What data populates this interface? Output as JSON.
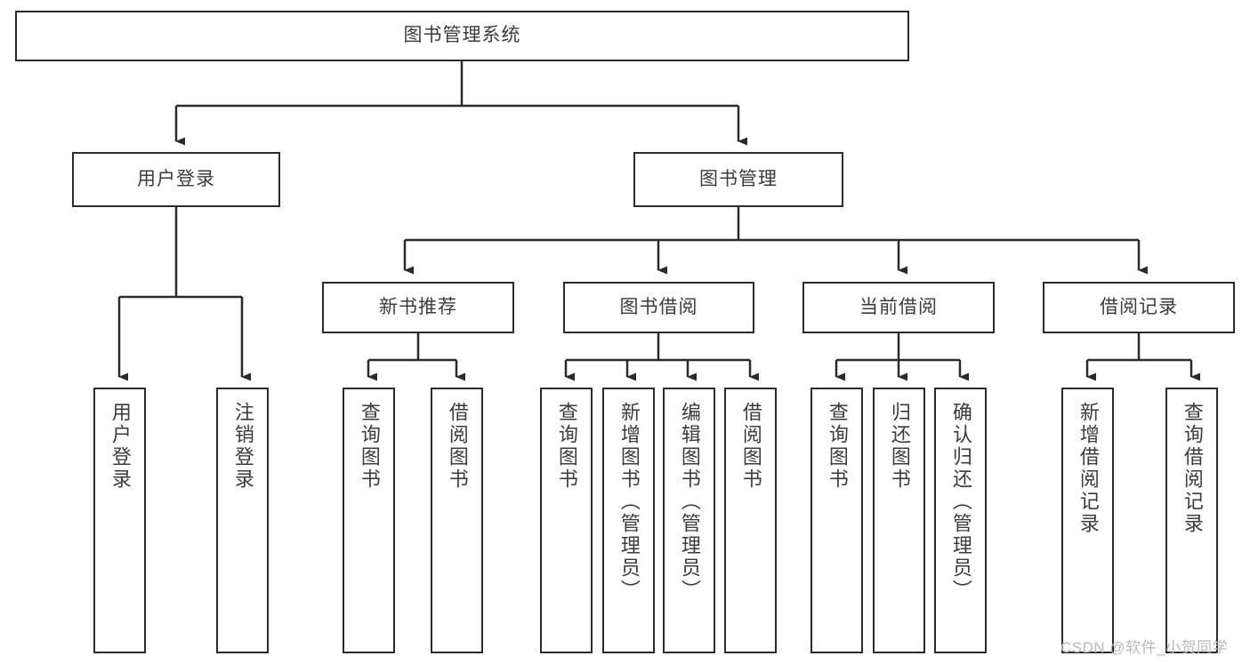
{
  "diagram": {
    "type": "tree",
    "title": "图书管理系统",
    "root": {
      "label": "图书管理系统"
    },
    "level2": [
      {
        "label": "用户登录"
      },
      {
        "label": "图书管理"
      }
    ],
    "level3": [
      {
        "label": "新书推荐"
      },
      {
        "label": "图书借阅"
      },
      {
        "label": "当前借阅"
      },
      {
        "label": "借阅记录"
      }
    ],
    "leaves": {
      "user_login": [
        {
          "label": "用户登录"
        },
        {
          "label": "注销登录"
        }
      ],
      "new_book_recommend": [
        {
          "label": "查询图书"
        },
        {
          "label": "借阅图书"
        }
      ],
      "book_borrow": [
        {
          "label": "查询图书"
        },
        {
          "label": "新增图书（管理员）"
        },
        {
          "label": "编辑图书（管理员）"
        },
        {
          "label": "借阅图书"
        }
      ],
      "current_borrow": [
        {
          "label": "查询图书"
        },
        {
          "label": "归还图书"
        },
        {
          "label": "确认归还（管理员）"
        }
      ],
      "borrow_record": [
        {
          "label": "新增借阅记录"
        },
        {
          "label": "查询借阅记录"
        }
      ]
    }
  },
  "watermark": {
    "text": "CSDN @软件_小贺同学"
  },
  "colors": {
    "stroke": "#2b2b2b",
    "text": "#3c3c3c",
    "background": "#ffffff",
    "watermark": "#b9b9b9"
  }
}
